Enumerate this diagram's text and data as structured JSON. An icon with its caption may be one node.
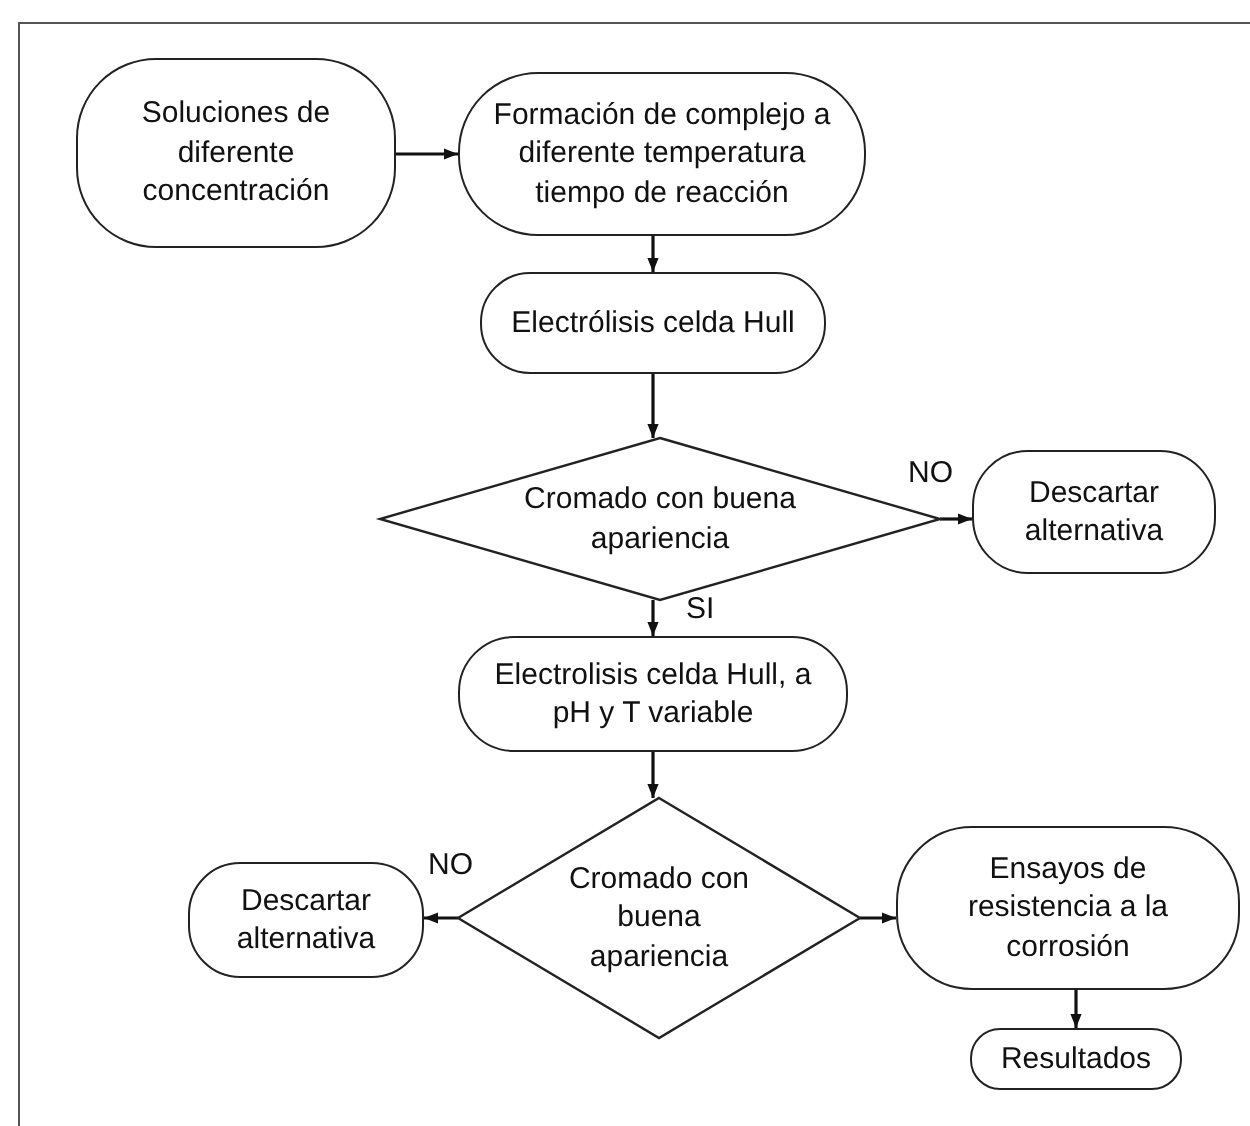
{
  "diagram": {
    "nodes": [
      {
        "text": [
          "Soluciones de diferente concentración"
        ]
      },
      {
        "text": [
          "Formación de complejo a diferente temperatura tiempo de reacción"
        ]
      },
      {
        "text": [
          "Electrólisis celda Hull"
        ]
      },
      {
        "text": [
          "Cromado con buena apariencia"
        ]
      },
      {
        "text": [
          "Descartar alternativa"
        ]
      },
      {
        "text": [
          "Electrolisis celda Hull, a pH y T variable"
        ]
      },
      {
        "text": [
          "Cromado con buena apariencia"
        ]
      },
      {
        "text": [
          "Descartar alternativa"
        ]
      },
      {
        "text": [
          "Ensayos de resistencia  a la corrosión"
        ]
      },
      {
        "text": [
          "Resultados"
        ]
      }
    ],
    "edges": [
      {
        "from": 0,
        "to": 1,
        "arrow": "to"
      },
      {
        "from": 1,
        "to": 2,
        "arrow": "to"
      },
      {
        "from": 2,
        "to": 3,
        "arrow": "to"
      },
      {
        "from": 3,
        "to": 4,
        "arrow": "to",
        "label": "NO"
      },
      {
        "from": 3,
        "to": 5,
        "arrow": "to",
        "label": "SI"
      },
      {
        "from": 5,
        "to": 6,
        "arrow": "to"
      },
      {
        "from": 6,
        "to": 7,
        "arrow": "to",
        "label": "NO"
      },
      {
        "from": 6,
        "to": 8,
        "arrow": "to"
      },
      {
        "from": 8,
        "to": 9,
        "arrow": "to"
      }
    ]
  }
}
